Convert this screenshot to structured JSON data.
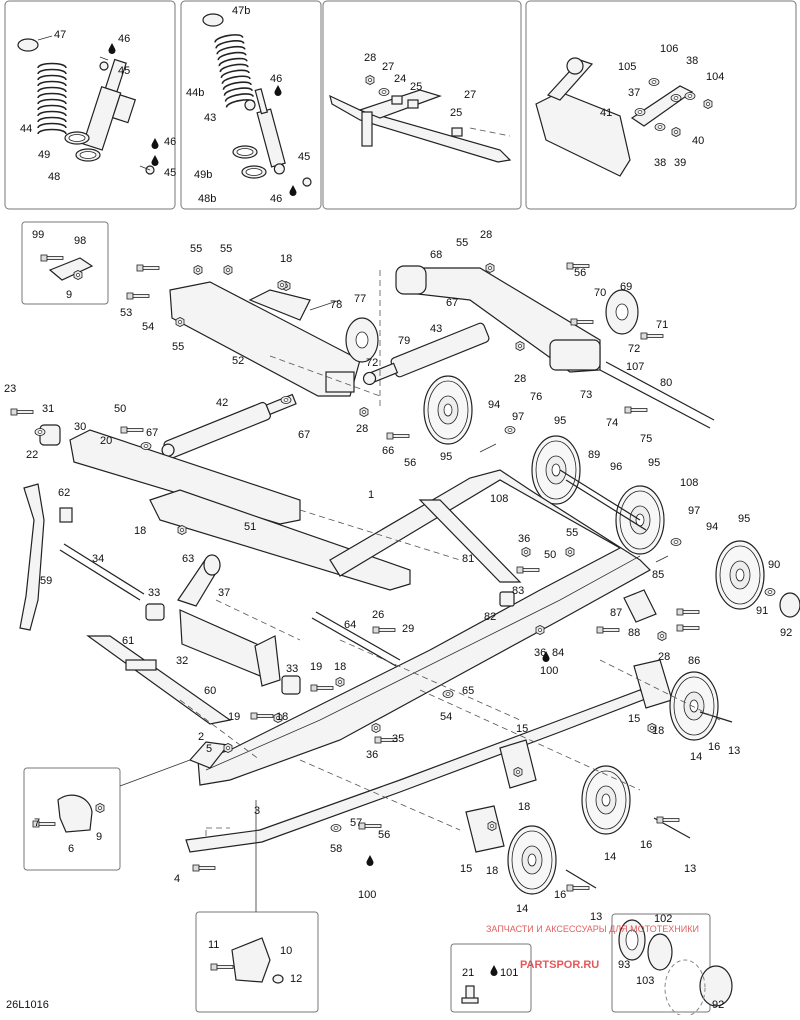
{
  "diagram": {
    "drawing_code": "26L1016",
    "watermark": {
      "tagline": "ЗАПЧАСТИ И АКСЕССУАРЫ ДЛЯ МОТОТЕХНИКИ",
      "brand": "PARTSPOR.RU"
    },
    "callouts": {
      "c1": "1",
      "c2": "2",
      "c3": "3",
      "c4": "4",
      "c5": "5",
      "c6": "6",
      "c7": "7",
      "c9a": "9",
      "c9b": "9",
      "c10": "10",
      "c11": "11",
      "c12": "12",
      "c13a": "13",
      "c13b": "13",
      "c13c": "13",
      "c14a": "14",
      "c14b": "14",
      "c14c": "14",
      "c15a": "15",
      "c15b": "15",
      "c15c": "15",
      "c16a": "16",
      "c16b": "16",
      "c16c": "16",
      "c18a": "18",
      "c18b": "18",
      "c18c": "18",
      "c18d": "18",
      "c18e": "18",
      "c18f": "18",
      "c18g": "18",
      "c19a": "19",
      "c19b": "19",
      "c20": "20",
      "c21": "21",
      "c22": "22",
      "c23": "23",
      "c24": "24",
      "c25a": "25",
      "c25b": "25",
      "c26": "26",
      "c27a": "27",
      "c27b": "27",
      "c28a": "28",
      "c28b": "28",
      "c28c": "28",
      "c28d": "28",
      "c28e": "28",
      "c29": "29",
      "c30": "30",
      "c31": "31",
      "c32": "32",
      "c33a": "33",
      "c33b": "33",
      "c34": "34",
      "c35": "35",
      "c36a": "36",
      "c36b": "36",
      "c36c": "36",
      "c37a": "37",
      "c37b": "37",
      "c38a": "38",
      "c38b": "38",
      "c39": "39",
      "c40": "40",
      "c41": "41",
      "c42": "42",
      "c43a": "43",
      "c43b": "43",
      "c44": "44",
      "c44b": "44b",
      "c45a": "45",
      "c45b": "45",
      "c45c": "45",
      "c46a": "46",
      "c46b": "46",
      "c46c": "46",
      "c46d": "46",
      "c47": "47",
      "c47b": "47b",
      "c48": "48",
      "c48b": "48b",
      "c49": "49",
      "c49b": "49b",
      "c50a": "50",
      "c50b": "50",
      "c51": "51",
      "c52": "52",
      "c53": "53",
      "c54a": "54",
      "c54b": "54",
      "c55a": "55",
      "c55b": "55",
      "c55c": "55",
      "c55d": "55",
      "c55e": "55",
      "c56a": "56",
      "c56b": "56",
      "c56c": "56",
      "c57": "57",
      "c58": "58",
      "c59": "59",
      "c60": "60",
      "c61": "61",
      "c62": "62",
      "c63": "63",
      "c64": "64",
      "c65": "65",
      "c66": "66",
      "c67a": "67",
      "c67b": "67",
      "c67c": "67",
      "c68": "68",
      "c69": "69",
      "c70": "70",
      "c71": "71",
      "c72a": "72",
      "c72b": "72",
      "c73": "73",
      "c74": "74",
      "c75": "75",
      "c76": "76",
      "c77": "77",
      "c78": "78",
      "c79": "79",
      "c80": "80",
      "c81": "81",
      "c82": "82",
      "c83": "83",
      "c84": "84",
      "c85": "85",
      "c86": "86",
      "c87": "87",
      "c88": "88",
      "c89": "89",
      "c90": "90",
      "c91": "91",
      "c92a": "92",
      "c92b": "92",
      "c93": "93",
      "c94a": "94",
      "c94b": "94",
      "c95a": "95",
      "c95b": "95",
      "c95c": "95",
      "c95d": "95",
      "c96": "96",
      "c97a": "97",
      "c97b": "97",
      "c98": "98",
      "c99": "99",
      "c100a": "100",
      "c100b": "100",
      "c101": "101",
      "c102": "102",
      "c103": "103",
      "c104": "104",
      "c105": "105",
      "c106": "106",
      "c107": "107",
      "c108a": "108",
      "c108b": "108"
    },
    "colors": {
      "line": "#222222",
      "panel_border": "#777777",
      "watermark": "#e23a3a"
    },
    "icons": [
      "oil-drop-icon",
      "spring-icon",
      "shock-absorber-icon",
      "idler-wheel-icon",
      "bolt-icon",
      "nut-icon"
    ]
  }
}
